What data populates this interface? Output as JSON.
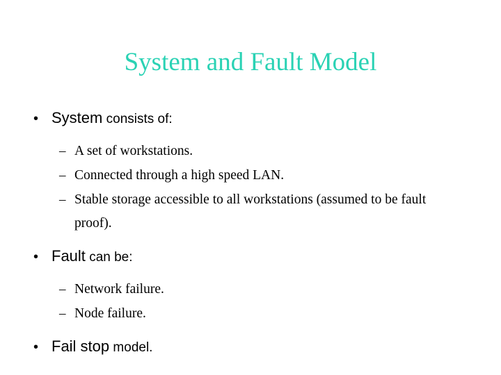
{
  "slide": {
    "title": "System and Fault Model",
    "title_color": "#2ad2b4",
    "bullet_glyph": "•",
    "dash_glyph": "–",
    "sections": [
      {
        "heading_keyword": "System",
        "heading_rest": " consists of:",
        "items": [
          "A set of workstations.",
          "Connected through a high speed LAN.",
          "Stable storage accessible to all workstations (assumed to be fault proof)."
        ]
      },
      {
        "heading_keyword": "Fault",
        "heading_rest": " can be:",
        "items": [
          "Network failure.",
          "Node failure."
        ]
      },
      {
        "heading_keyword": "Fail stop",
        "heading_rest": " model.",
        "items": []
      }
    ]
  }
}
